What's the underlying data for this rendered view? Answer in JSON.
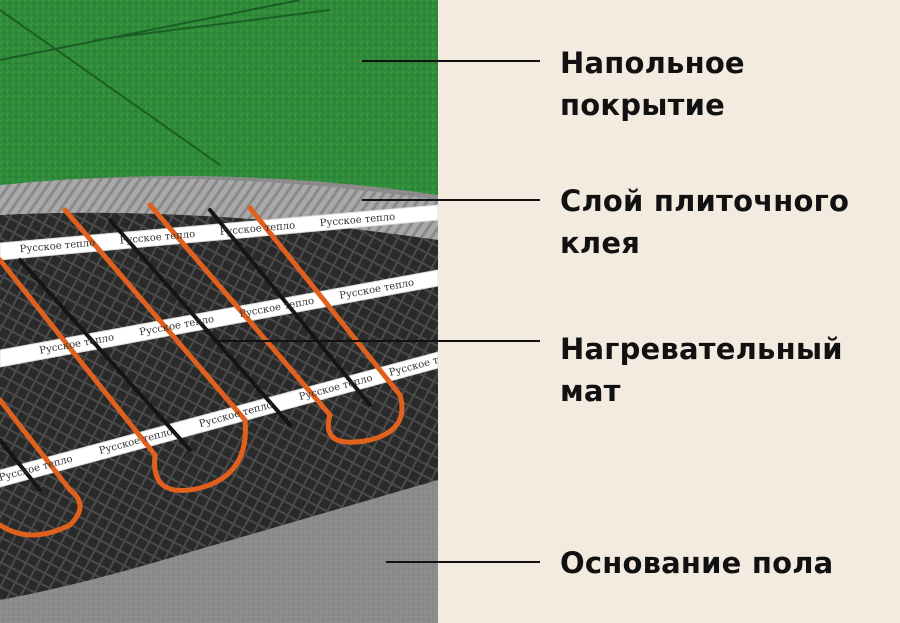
{
  "layers": [
    {
      "id": "floor-covering",
      "lines": [
        "Напольное",
        "покрытие"
      ]
    },
    {
      "id": "tile-adhesive",
      "lines": [
        "Слой плиточного",
        "клея"
      ]
    },
    {
      "id": "heating-mat",
      "lines": [
        "Нагревательный",
        "мат"
      ]
    },
    {
      "id": "floor-base",
      "lines": [
        "Основание пола"
      ]
    }
  ],
  "tape_text": "Русское тепло",
  "colors": {
    "background": "#f3ebe0",
    "floor_covering": "#2f8a3a",
    "adhesive": "#9c9c9c",
    "mesh": "#3a3a3a",
    "cable": "#e0601e",
    "tape": "#ffffff",
    "base": "#8a8a8a",
    "text": "#111111"
  },
  "icons": [
    "leader-line"
  ]
}
